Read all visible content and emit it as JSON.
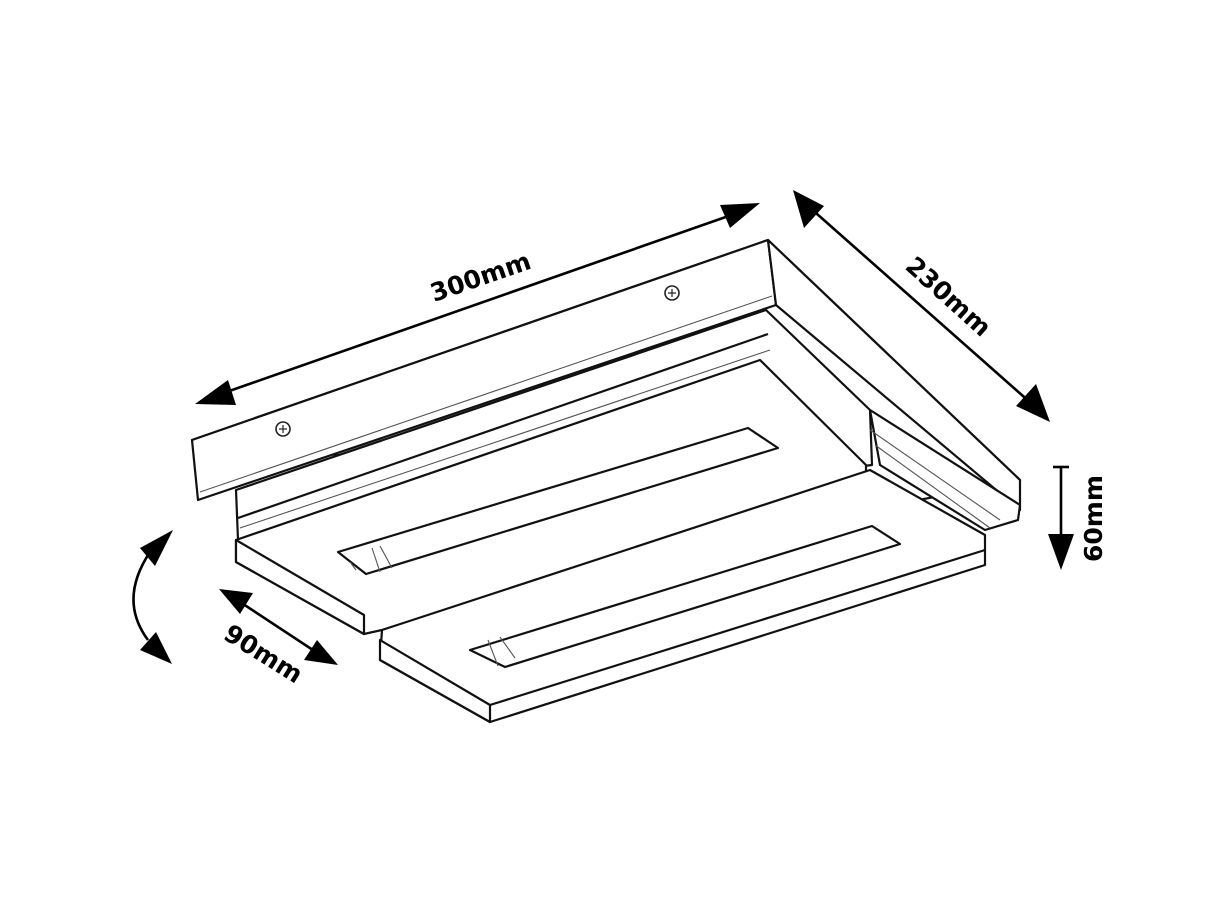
{
  "diagram": {
    "subject": "Rectangular ceiling light fixture (technical line drawing)",
    "background_color": "#ffffff",
    "line_color": "#111111",
    "dimensions": {
      "length": {
        "value": 300,
        "unit": "mm",
        "label": "300mm"
      },
      "width": {
        "value": 230,
        "unit": "mm",
        "label": "230mm"
      },
      "height": {
        "value": 60,
        "unit": "mm",
        "label": "60mm"
      },
      "tier_offset": {
        "value": 90,
        "unit": "mm",
        "label": "90mm"
      }
    },
    "parts": [
      {
        "name": "ceiling-mounting-plate",
        "screws": 2
      },
      {
        "name": "upper-light-panel",
        "slot": "rectangular opening"
      },
      {
        "name": "lower-light-panel",
        "slot": "rectangular opening"
      }
    ],
    "indicators": [
      {
        "name": "rotation-arrow",
        "icon": "curved-double-arrow"
      }
    ]
  }
}
